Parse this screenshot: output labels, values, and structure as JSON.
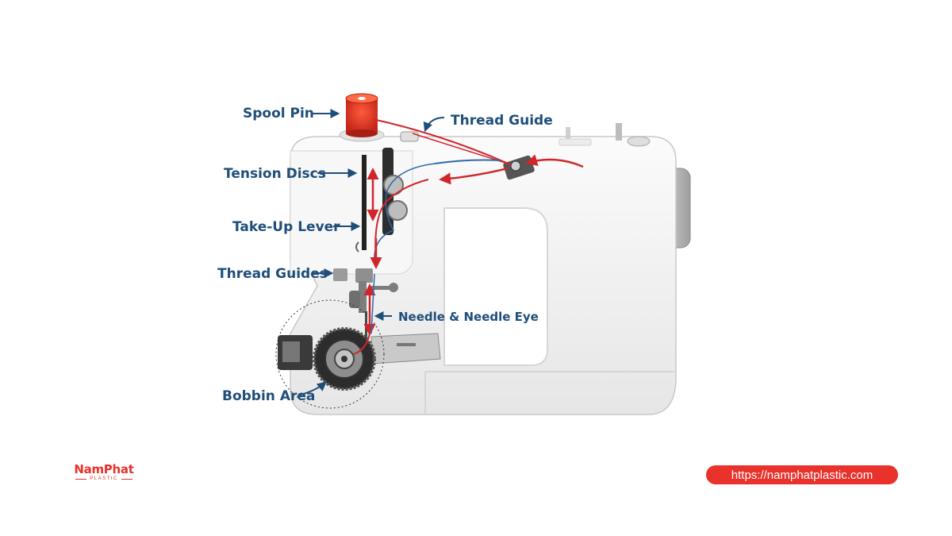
{
  "diagram": {
    "labels": {
      "spool_pin": "Spool Pin",
      "thread_guide": "Thread Guide",
      "tension_discs": "Tension Discs",
      "take_up_lever": "Take-Up Lever",
      "thread_guides": "Thread Guides",
      "needle": "Needle & Needle Eye",
      "bobbin_area": "Bobbin Area"
    },
    "colors": {
      "label": "#1f4e79",
      "thread_red": "#d0262b",
      "thread_blue": "#2e6aa8",
      "body": "#f3f3f3"
    }
  },
  "brand": {
    "name": "NamPhat",
    "sub": "PLASTIC"
  },
  "footer": {
    "url": "https://namphatplastic.com"
  }
}
